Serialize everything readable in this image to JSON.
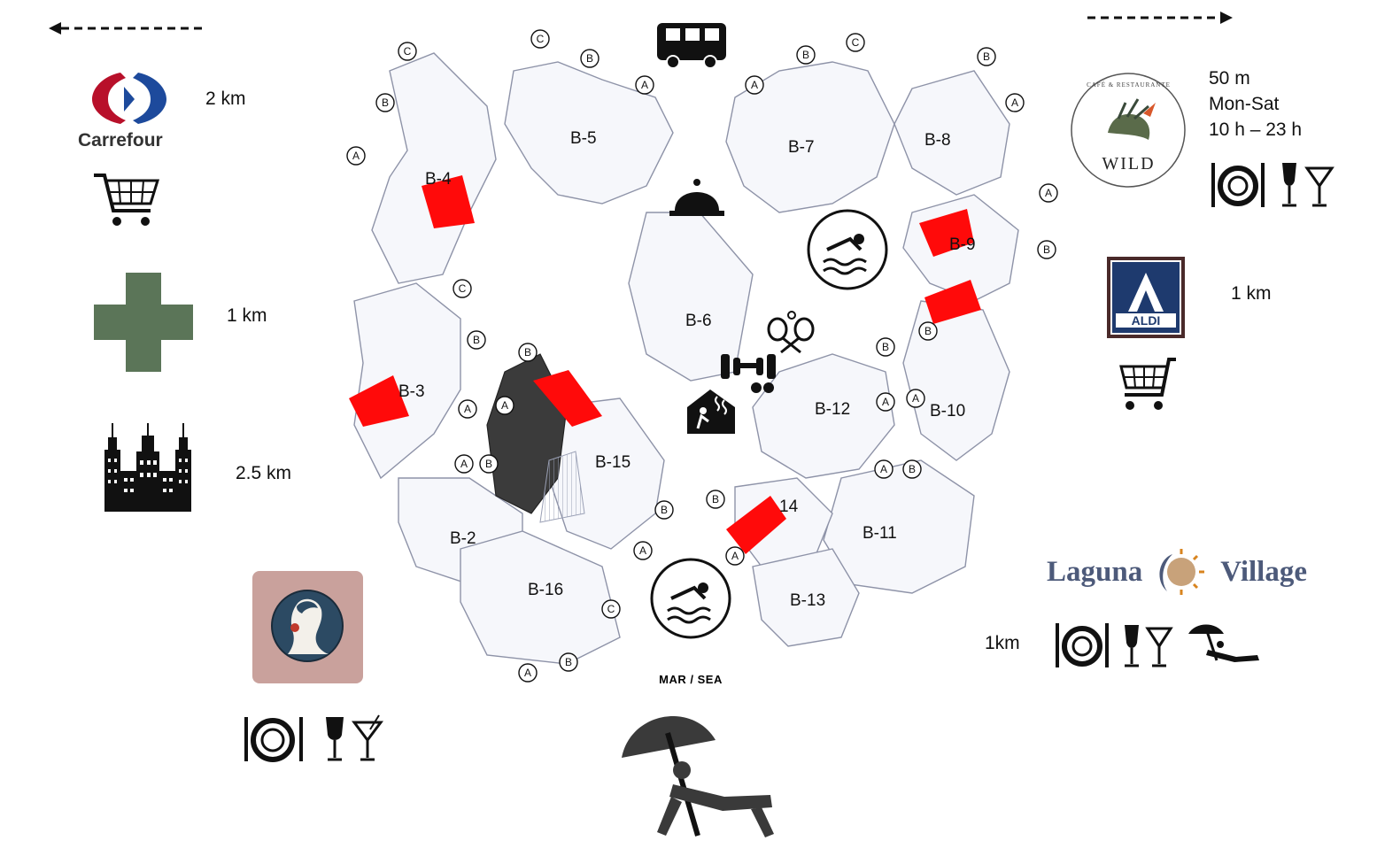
{
  "arrows": {
    "left": "arrow-left",
    "right": "arrow-right"
  },
  "left_pois": [
    {
      "name": "Carrefour",
      "icon": "carrefour-logo",
      "distance": "2 km",
      "extra_icon": "shopping-cart-icon"
    },
    {
      "name": "pharmacy",
      "icon": "pharmacy-cross-icon",
      "distance": "1 km"
    },
    {
      "name": "city",
      "icon": "city-skyline-icon",
      "distance": "2.5 km"
    },
    {
      "name": "restaurant",
      "icon": "restaurant-logo",
      "amenities": [
        "plate-cutlery-icon",
        "wine-glass-icon",
        "cocktail-icon"
      ]
    }
  ],
  "right_pois": {
    "wild": {
      "logo_top": "CAFÉ & RESTAURANTE",
      "logo_name": "WILD",
      "distance": "50 m",
      "days": "Mon-Sat",
      "hours": "10 h – 23 h",
      "amenities": [
        "plate-cutlery-icon",
        "wine-glass-icon",
        "cocktail-icon"
      ]
    },
    "aldi": {
      "name": "ALDI",
      "distance": "1 km",
      "extra_icon": "shopping-cart-icon"
    },
    "laguna": {
      "name_left": "Laguna",
      "name_right": "Village",
      "distance": "1km",
      "amenities": [
        "plate-cutlery-icon",
        "wine-glass-icon",
        "cocktail-icon",
        "beach-lounger-icon"
      ]
    }
  },
  "site": {
    "buildings": [
      "B-2",
      "B-3",
      "B-4",
      "B-5",
      "B-6",
      "B-7",
      "B-8",
      "B-9",
      "B-10",
      "B-11",
      "B-12",
      "B-13",
      "14",
      "B-15",
      "B-16"
    ],
    "entrance_letters": [
      "A",
      "B",
      "C"
    ],
    "sea_label": "MAR / SEA",
    "amenities": [
      "parking-van-icon",
      "reception-bell-icon",
      "pool-icon",
      "tennis-icon",
      "gym-icon",
      "sauna-icon"
    ],
    "colors": {
      "redacted": "#ff0a0a",
      "outline": "#8e93a8",
      "pharmacy": "#5b7558",
      "restaurant_card": "#c9a19c"
    }
  },
  "beach": {
    "icon": "beach-lounger-icon"
  }
}
